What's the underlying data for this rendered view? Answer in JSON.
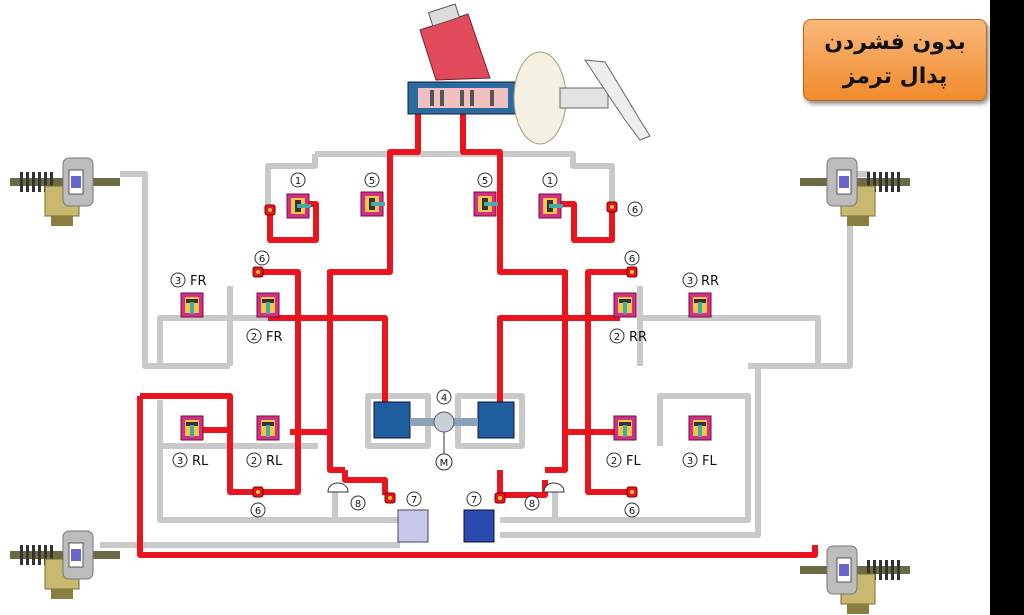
{
  "title": {
    "line1": "بدون فشردن",
    "line2": "پدال ترمز"
  },
  "labels": {
    "fr3": "FR",
    "fr2": "FR",
    "rr3": "RR",
    "rr2": "RR",
    "rl3": "RL",
    "rl2": "RL",
    "fl2": "FL",
    "fl3": "FL",
    "motor": "M"
  },
  "numbers": {
    "n1": "1",
    "n2": "2",
    "n3": "3",
    "n4": "4",
    "n5": "5",
    "n6": "6",
    "n7": "7",
    "n8": "8"
  },
  "colors": {
    "pressure_line": "#e8141e",
    "return_line": "#d0d0d0",
    "title_box": "#f4a250",
    "valve": "#c0185a"
  }
}
